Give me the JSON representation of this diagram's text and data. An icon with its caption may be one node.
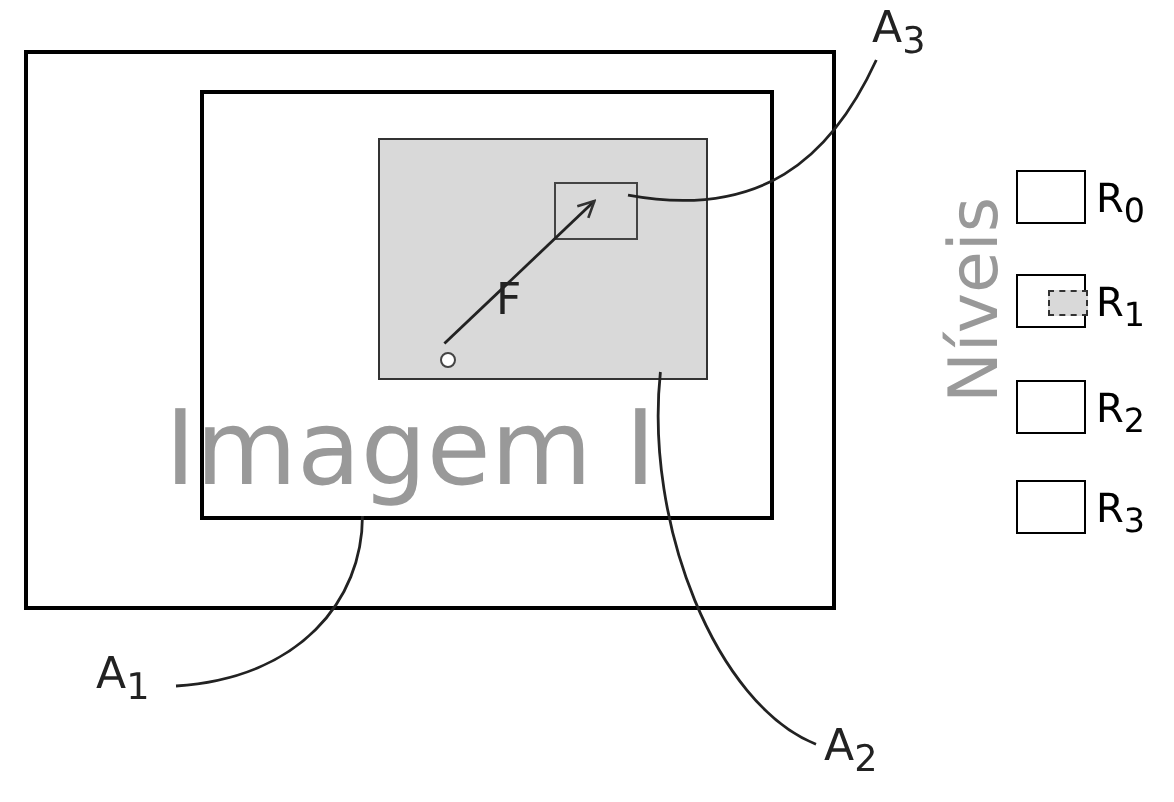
{
  "diagram": {
    "nodes": [
      {
        "text": [],
        "shape": "box"
      },
      {
        "text": [],
        "shape": "box",
        "in": 0
      },
      {
        "text": [],
        "shape": "box",
        "in": 1
      },
      {
        "text": [],
        "shape": "box",
        "in": 2
      },
      {
        "text": [],
        "shape": "circle",
        "in": 2
      },
      {
        "text": [
          "A$_{1}$"
        ]
      },
      {
        "text": [
          "A$_{2}$"
        ]
      },
      {
        "text": [
          "A$_{3}$"
        ]
      },
      {
        "text": [
          "R$_{0}$"
        ]
      },
      {
        "text": [
          "R$_{1}$"
        ]
      },
      {
        "text": [],
        "shape": "box",
        "in": 9
      },
      {
        "text": [
          "R$_{2}$"
        ]
      },
      {
        "text": [
          "R$_{3}$"
        ]
      }
    ],
    "edges": [
      {
        "from": 4,
        "to": 3,
        "arrow": "to",
        "label": "F"
      },
      {
        "from": 5,
        "to": 1,
        "arrow": "none"
      },
      {
        "from": 6,
        "to": 2,
        "arrow": "none"
      },
      {
        "from": 7,
        "to": 3,
        "arrow": "none"
      }
    ],
    "labels": [
      "Imagem I",
      "Níveis"
    ]
  }
}
